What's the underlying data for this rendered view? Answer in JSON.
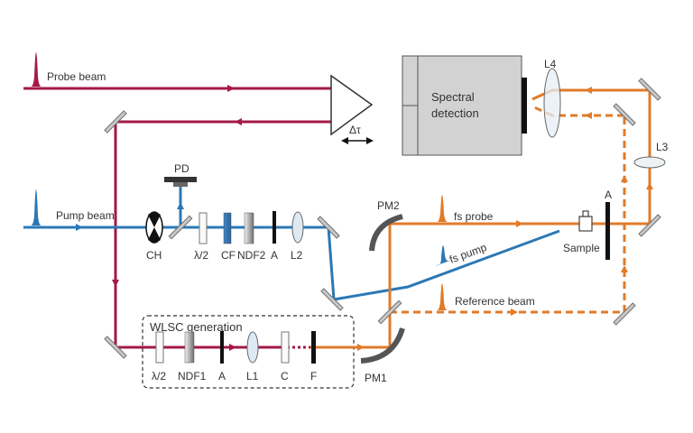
{
  "labels": {
    "probe_beam": "Probe beam",
    "pump_beam": "Pump beam",
    "delta_tau": "Δτ",
    "pd": "PD",
    "ch": "CH",
    "half_wave_1": "λ/2",
    "cf": "CF",
    "ndf2": "NDF2",
    "aperture_pump": "A",
    "l2": "L2",
    "spectral_detection_line1": "Spectral",
    "spectral_detection_line2": "detection",
    "l4": "L4",
    "l3": "L3",
    "pm2": "PM2",
    "fs_probe": "fs probe",
    "fs_pump": "fs pump",
    "aperture_sample": "A",
    "sample": "Sample",
    "reference_beam": "Reference beam",
    "wlsc_generation": "WLSC generation",
    "half_wave_2": "λ/2",
    "ndf1": "NDF1",
    "aperture_wlsc": "A",
    "l1": "L1",
    "c": "C",
    "f": "F",
    "pm1": "PM1"
  },
  "colors": {
    "probe": "#a3184a",
    "pump": "#2b78b5",
    "white_light": "#e07b2a",
    "retro_return": "#e39ab6",
    "detector_box": "#d2d2d2",
    "mirror": "#c8c8c8",
    "text": "#333333"
  }
}
